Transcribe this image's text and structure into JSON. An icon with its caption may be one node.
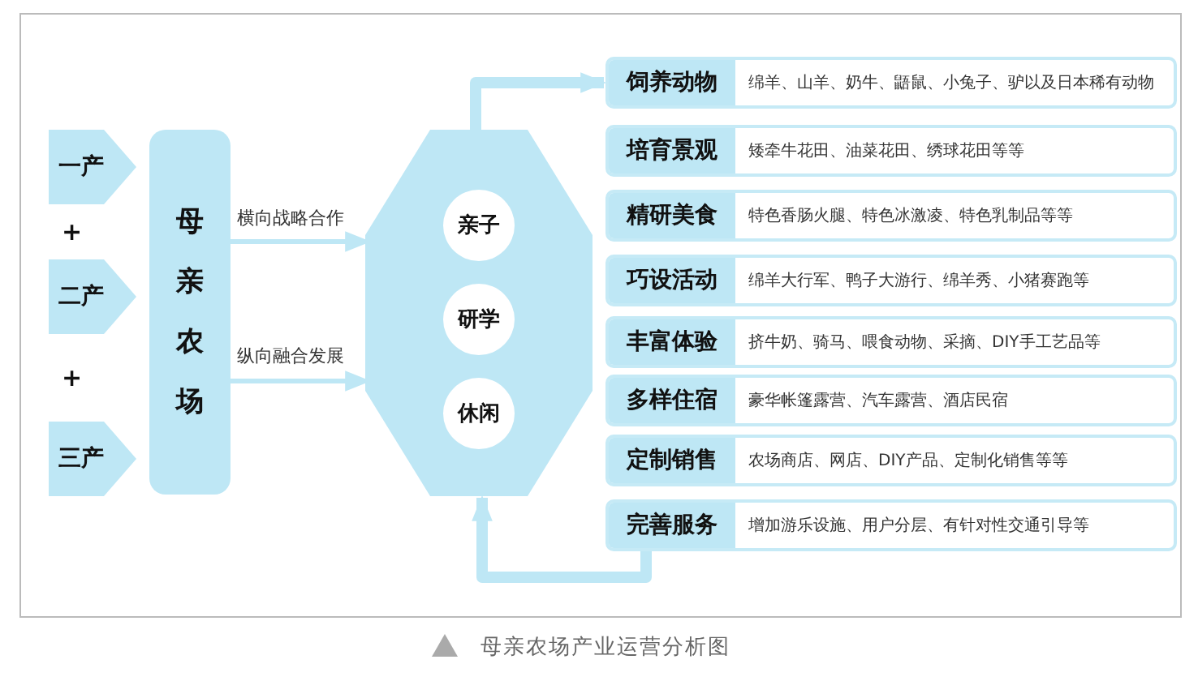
{
  "diagram": {
    "caption": "母亲农场产业运营分析图",
    "nodes": [
      {
        "text": [
          "一产"
        ]
      },
      {
        "text": [
          "二产"
        ]
      },
      {
        "text": [
          "三产"
        ]
      },
      {
        "text": [
          "母亲农场"
        ]
      },
      {
        "text": [],
        "shape": "octagon"
      },
      {
        "text": [
          "亲子"
        ],
        "in": 4
      },
      {
        "text": [
          "研学"
        ],
        "in": 4
      },
      {
        "text": [
          "休闲"
        ],
        "in": 4
      },
      {
        "text": [
          "饲养动物",
          "绵羊、山羊、奶牛、鼯鼠、小兔子、驴以及日本稀有动物"
        ]
      },
      {
        "text": [
          "培育景观",
          "矮牵牛花田、油菜花田、绣球花田等等"
        ]
      },
      {
        "text": [
          "精研美食",
          "特色香肠火腿、特色冰激凌、特色乳制品等等"
        ]
      },
      {
        "text": [
          "巧设活动",
          "绵羊大行军、鸭子大游行、绵羊秀、小猪赛跑等"
        ]
      },
      {
        "text": [
          "丰富体验",
          "挤牛奶、骑马、喂食动物、采摘、DIY手工艺品等"
        ]
      },
      {
        "text": [
          "多样住宿",
          "豪华帐篷露营、汽车露营、酒店民宿"
        ]
      },
      {
        "text": [
          "定制销售",
          "农场商店、网店、DIY产品、定制化销售等等"
        ]
      },
      {
        "text": [
          "完善服务",
          "增加游乐设施、用户分层、有针对性交通引导等"
        ]
      }
    ],
    "edges": [
      {
        "from": 3,
        "to": 4,
        "arrow": "to",
        "label": "横向战略合作"
      },
      {
        "from": 3,
        "to": 4,
        "arrow": "to",
        "label": "纵向融合发展"
      },
      {
        "from": 4,
        "to": 8,
        "arrow": "to",
        "style": "thick"
      },
      {
        "from": 15,
        "to": 4,
        "arrow": "to",
        "style": "thick"
      }
    ],
    "labels": [
      "+",
      "+"
    ]
  }
}
